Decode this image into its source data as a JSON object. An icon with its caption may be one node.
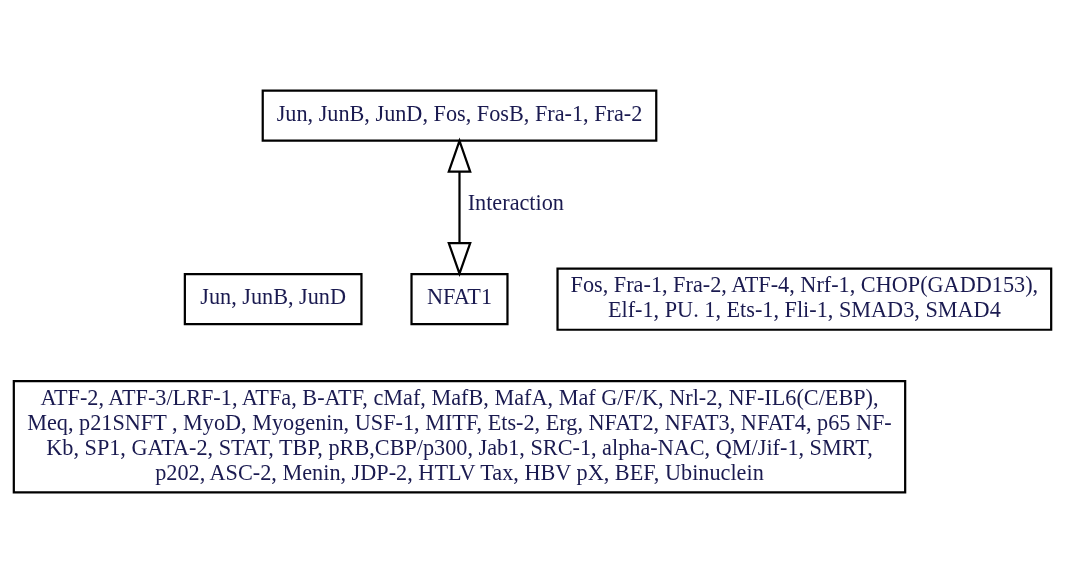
{
  "diagram": {
    "nodes": [
      {
        "text": [
          "Jun, JunB, JunD, Fos, FosB, Fra-1, Fra-2"
        ]
      },
      {
        "text": [
          "Jun, JunB, JunD"
        ]
      },
      {
        "text": [
          "NFAT1"
        ]
      },
      {
        "text": [
          "Fos, Fra-1, Fra-2, ATF-4, Nrf-1, CHOP(GADD153), Elf-1, PU. 1, Ets-1, Fli-1, SMAD3, SMAD4"
        ]
      },
      {
        "text": [
          "ATF-2, ATF-3/LRF-1, ATFa, B-ATF, cMaf, MafB, MafA, Maf G/F/K, Nrl-2, NF-IL6(C/EBP), Meq, p21SNFT , MyoD, Myogenin, USF-1, MITF, Ets-2, Erg, NFAT2, NFAT3, NFAT4, p65 NF-Kb, SP1, GATA-2, STAT, TBP, pRB,CBP/p300, Jab1, SRC-1, alpha-NAC, QM/Jif-1, SMRT, p202, ASC-2, Menin, JDP-2, HTLV Tax, HBV pX, BEF, Ubinuclein"
        ]
      }
    ],
    "edges": [
      {
        "from": 0,
        "to": 2,
        "arrow": "both",
        "label": "Interaction"
      }
    ]
  }
}
